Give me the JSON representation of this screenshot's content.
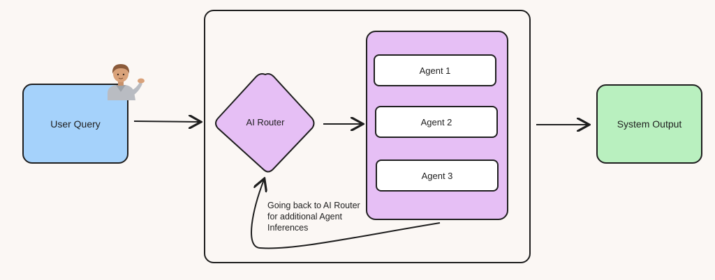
{
  "nodes": {
    "user_query": "User Query",
    "ai_router": "AI Router",
    "agents": [
      "Agent 1",
      "Agent 2",
      "Agent 3"
    ],
    "system_output": "System Output"
  },
  "feedback_note": {
    "line1": "Going back to AI Router",
    "line2": "for additional Agent",
    "line3": "Inferences"
  },
  "icons": {
    "user": "person-tipping-hand-icon"
  },
  "colors": {
    "background": "#fbf7f4",
    "user_query_fill": "#a5d2fb",
    "router_fill": "#e6bff5",
    "agents_panel_fill": "#e6bff5",
    "agent_fill": "#ffffff",
    "system_output_fill": "#b9f0bf",
    "stroke": "#1e1e1e"
  }
}
